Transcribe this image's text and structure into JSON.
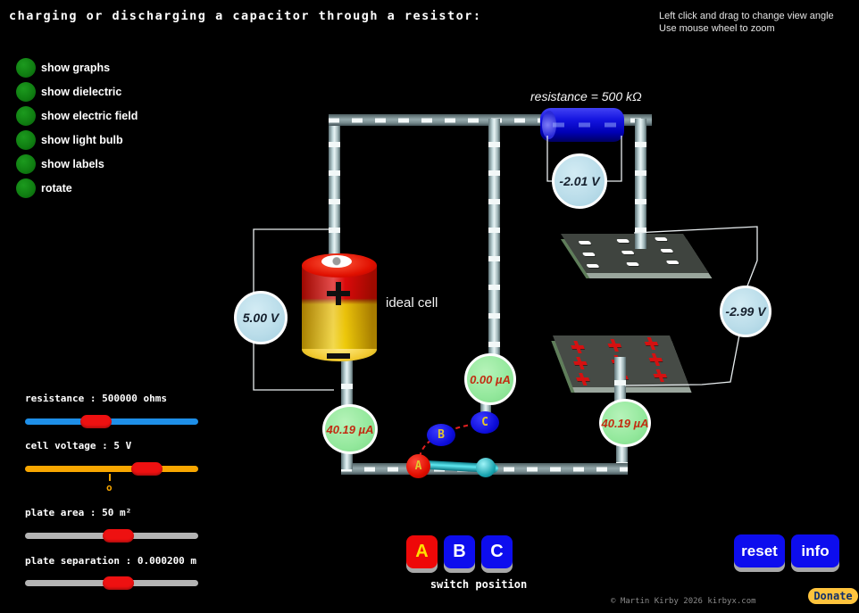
{
  "title": "charging or discharging a capacitor through a resistor:",
  "instructions": [
    "Left click and drag to change view angle",
    "Use mouse wheel to zoom"
  ],
  "checkboxes": [
    {
      "label": "show graphs"
    },
    {
      "label": "show dielectric"
    },
    {
      "label": "show electric field"
    },
    {
      "label": "show light bulb"
    },
    {
      "label": "show labels"
    },
    {
      "label": "rotate"
    }
  ],
  "sliders": [
    {
      "label": "resistance : 500000 ohms"
    },
    {
      "label": "cell voltage : 5 V",
      "tick_label": "o"
    },
    {
      "label": "plate area : 50 m²"
    },
    {
      "label": "plate separation : 0.000200 m"
    }
  ],
  "circuit": {
    "resistor_label": "resistance = 500 kΩ",
    "cell_label": "ideal cell",
    "voltmeters": [
      {
        "name": "cell-voltage",
        "value": "5.00 V"
      },
      {
        "name": "resistor-voltage",
        "value": "-2.01 V"
      },
      {
        "name": "capacitor-voltage",
        "value": "-2.99 V"
      }
    ],
    "ammeters": [
      {
        "name": "cell-current",
        "value": "40.19 µA"
      },
      {
        "name": "branch-current",
        "value": "0.00 µA"
      },
      {
        "name": "capacitor-current",
        "value": "40.19 µA"
      }
    ],
    "switch_contacts": [
      {
        "label": "A"
      },
      {
        "label": "B"
      },
      {
        "label": "C"
      }
    ]
  },
  "switch_panel": {
    "label": "switch position",
    "buttons": [
      {
        "label": "A",
        "active": true
      },
      {
        "label": "B",
        "active": false
      },
      {
        "label": "C",
        "active": false
      }
    ]
  },
  "actions": {
    "reset_label": "reset",
    "info_label": "info"
  },
  "footer": {
    "copyright": "© Martin Kirby 2026 kirbyx.com",
    "donate_label": "Donate"
  },
  "colors": {
    "accent_blue": "#0d0dee",
    "switch_red": "#ee0808",
    "slider_thumb": "#ee1111",
    "slider_resistance_track": "#1e8fe8",
    "slider_voltage_track": "#f7a600",
    "slider_gray_track": "#b4b4b4",
    "voltmeter_fill": "#b9dce9",
    "ammeter_fill": "#93e89c",
    "ammeter_text": "#c22d12",
    "checkbox_green": "#0f7d11",
    "donate_yellow": "#ffc43d"
  }
}
